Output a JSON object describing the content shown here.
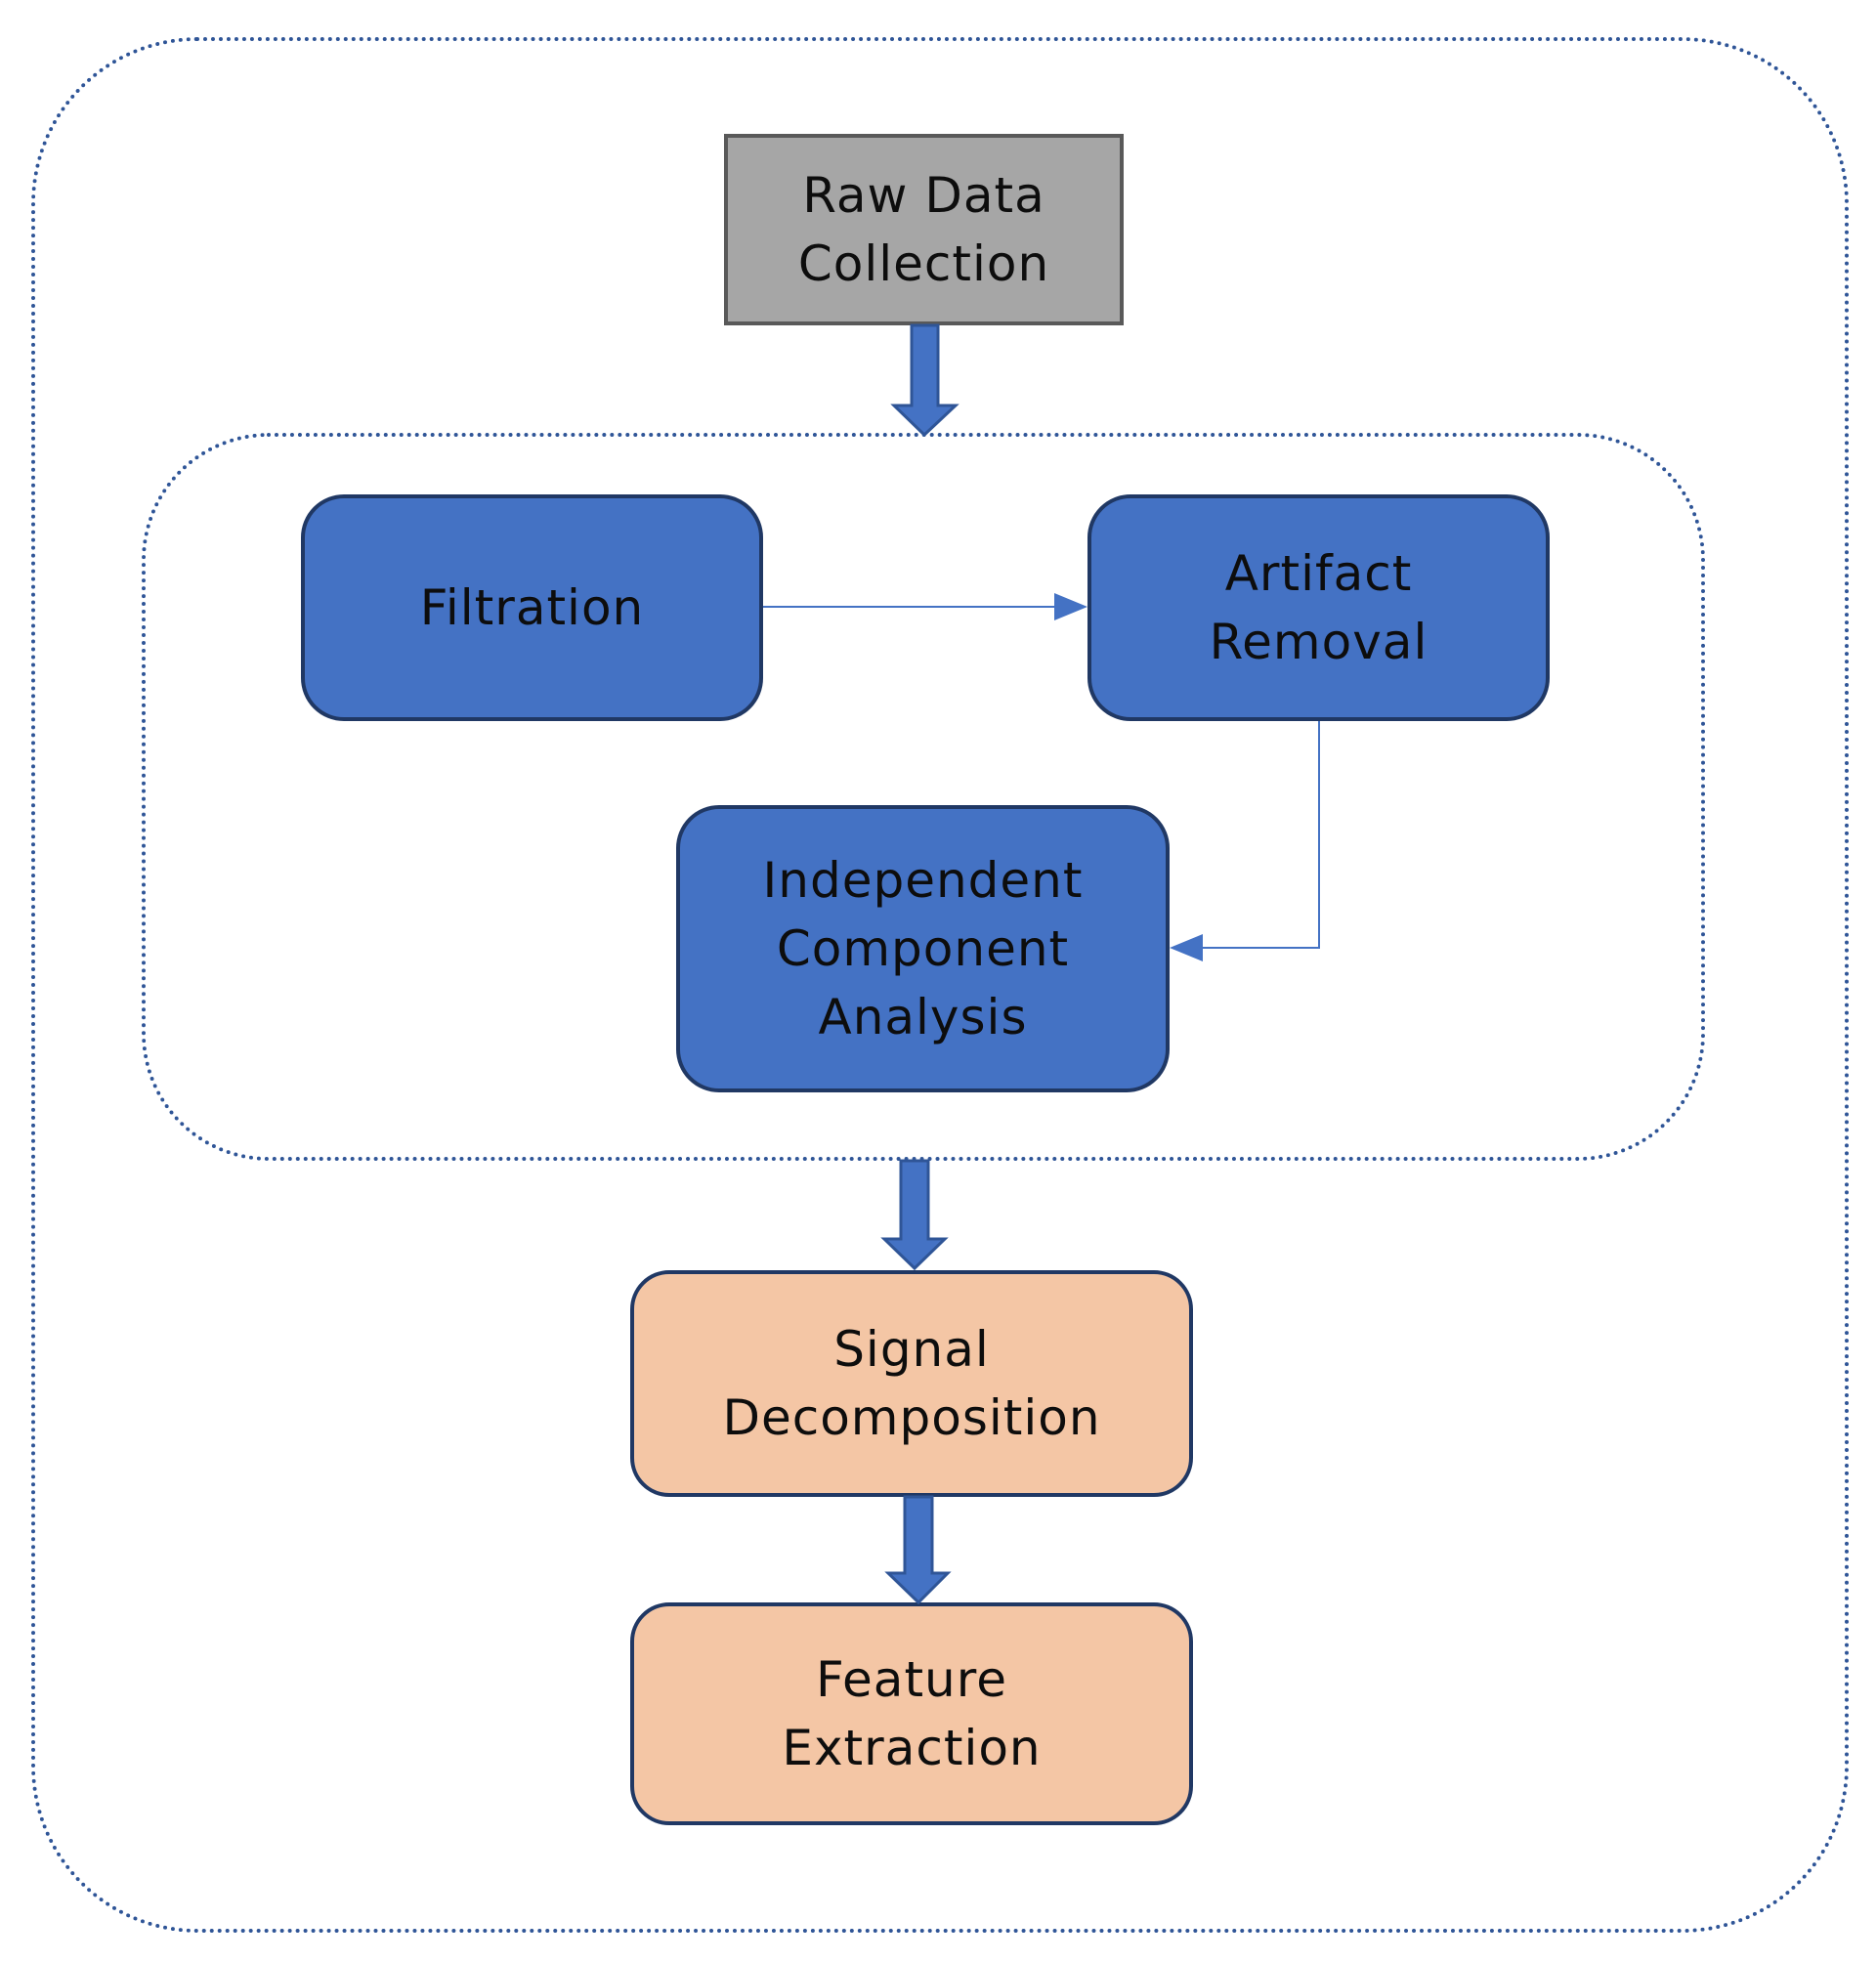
{
  "colors": {
    "container_border": "#2f5597",
    "raw_fill": "#a6a6a6",
    "raw_border": "#595959",
    "blue_fill": "#4472c4",
    "blue_border": "#203864",
    "peach_fill": "#f4c6a5",
    "arrow_fill": "#4472c4",
    "arrow_stroke": "#2f5597",
    "connector": "#4472c4"
  },
  "nodes": {
    "raw": {
      "line1": "Raw Data",
      "line2": "Collection"
    },
    "filtration": {
      "line1": "Filtration"
    },
    "artifact": {
      "line1": "Artifact",
      "line2": "Removal"
    },
    "ica": {
      "line1": "Independent",
      "line2": "Component",
      "line3": "Analysis"
    },
    "signal": {
      "line1": "Signal",
      "line2": "Decomposition"
    },
    "feature": {
      "line1": "Feature",
      "line2": "Extraction"
    }
  },
  "edges": [
    {
      "from": "raw",
      "to": "preprocessing-group",
      "style": "block-arrow"
    },
    {
      "from": "filtration",
      "to": "artifact",
      "style": "thin-arrow"
    },
    {
      "from": "artifact",
      "to": "ica",
      "style": "thin-elbow-arrow"
    },
    {
      "from": "preprocessing-group",
      "to": "signal",
      "style": "block-arrow"
    },
    {
      "from": "signal",
      "to": "feature",
      "style": "block-arrow"
    }
  ]
}
